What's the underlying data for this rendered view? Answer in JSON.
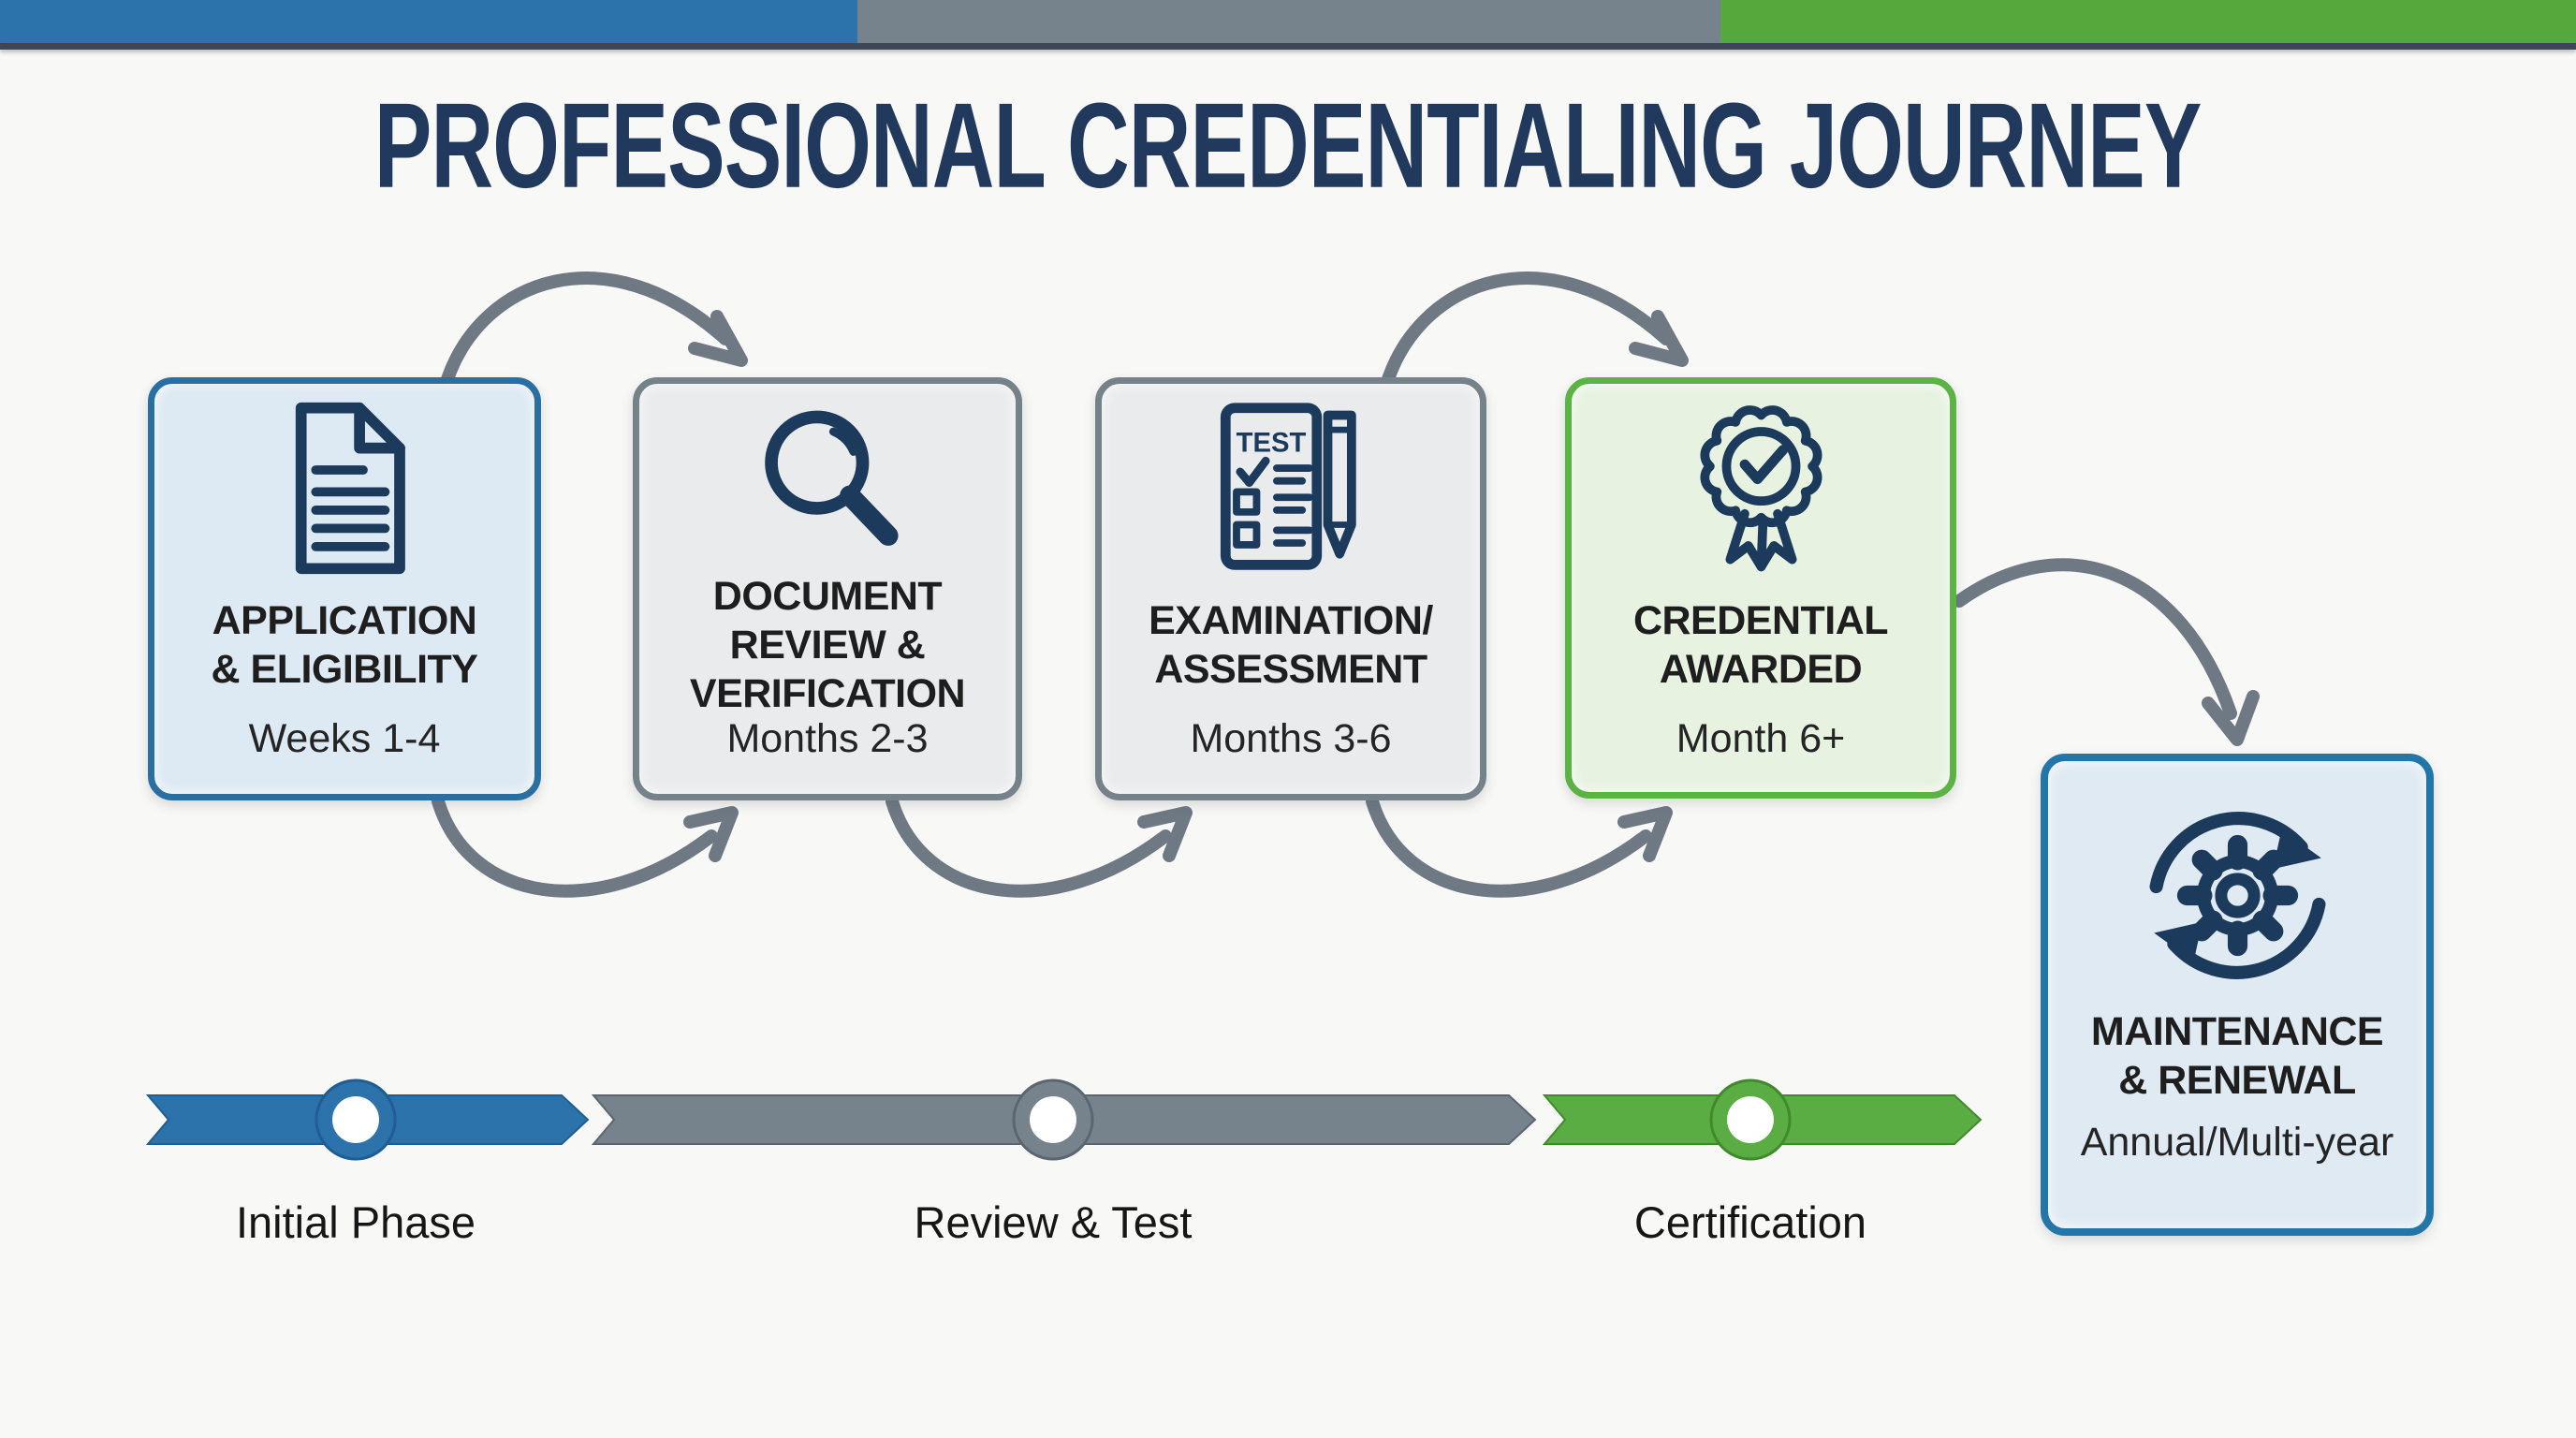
{
  "header": {
    "title": "PROFESSIONAL CREDENTIALING JOURNEY"
  },
  "stages": [
    {
      "id": "application",
      "icon": "document-icon",
      "title_lines": [
        "APPLICATION",
        "& ELIGIBILITY"
      ],
      "duration": "Weeks 1-4",
      "theme": "blue"
    },
    {
      "id": "document-review",
      "icon": "magnifier-icon",
      "title_lines": [
        "DOCUMENT",
        "REVIEW &",
        "VERIFICATION"
      ],
      "duration": "Months 2-3",
      "theme": "gray"
    },
    {
      "id": "examination",
      "icon": "test-icon",
      "icon_label": "TEST",
      "title_lines": [
        "EXAMINATION/",
        "ASSESSMENT"
      ],
      "duration": "Months 3-6",
      "theme": "gray"
    },
    {
      "id": "credential-awarded",
      "icon": "award-icon",
      "title_lines": [
        "CREDENTIAL",
        "AWARDED"
      ],
      "duration": "Month 6+",
      "theme": "green"
    },
    {
      "id": "maintenance-renewal",
      "icon": "renewal-icon",
      "title_lines": [
        "MAINTENANCE",
        "& RENEWAL"
      ],
      "duration": "Annual/Multi-year",
      "theme": "blue"
    }
  ],
  "timeline": {
    "phases": [
      {
        "label": "Initial Phase",
        "color": "#2d73ab"
      },
      {
        "label": "Review & Test",
        "color": "#76828c"
      },
      {
        "label": "Certification",
        "color": "#5aad43"
      }
    ]
  },
  "colors": {
    "bar_blue": "#2d73ab",
    "bar_gray": "#76828c",
    "bar_green": "#57a83c",
    "title_navy": "#20395c",
    "box_blue_border": "#2a6fa2",
    "box_blue_bg": "#dde9f3",
    "box_gray_border": "#76828a",
    "box_gray_bg": "#e9ebec",
    "box_green_border": "#5cb345",
    "box_green_bg": "#e7f2e1",
    "box_renewal_border": "#2277a8",
    "icon_navy": "#1b3a5c",
    "arrow_gray": "#6e7983",
    "background": "#f8f8f6"
  }
}
